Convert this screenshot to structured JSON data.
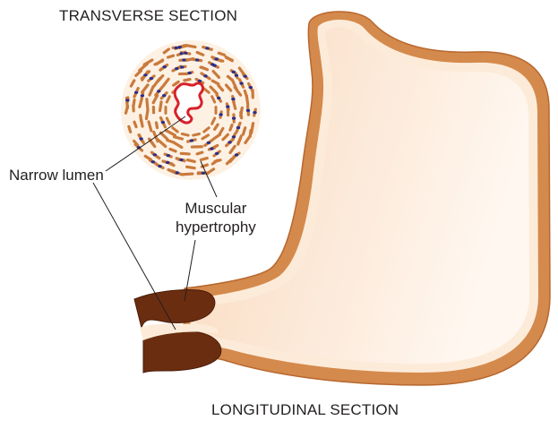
{
  "diagram": {
    "transverse_title": "TRANSVERSE SECTION",
    "longitudinal_title": "LONGITUDINAL SECTION",
    "label_lumen": "Narrow lumen",
    "label_muscle_line1": "Muscular",
    "label_muscle_line2": "hypertrophy"
  },
  "colors": {
    "wall": "#d48a4c",
    "wall_dark": "#b8672e",
    "lining": "#fdebd9",
    "interior": "#fbe0c7",
    "muscle": "#6b2d10",
    "muscle_fiber": "#c97a3c",
    "nucleus": "#2b2f8a",
    "lumen": "#d8202a"
  }
}
